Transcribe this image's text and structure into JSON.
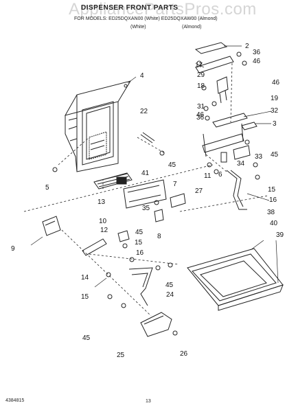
{
  "header": {
    "title": "DISPENSER FRONT PARTS",
    "models_line": "FOR MODELS: ED25DQXAN00 (White) ED25DQXAW00 (Almond)",
    "color_white": "(White)",
    "color_almond": "(Almond)"
  },
  "watermark": "AppliancePartsPros.com",
  "footer": {
    "doc_number": "4384815",
    "page_number": "13"
  },
  "callouts": [
    "2",
    "36",
    "46",
    "17",
    "29",
    "18",
    "31",
    "36",
    "46",
    "46",
    "19",
    "32",
    "3",
    "4",
    "22",
    "45",
    "11",
    "6",
    "33",
    "45",
    "34",
    "15",
    "16",
    "41",
    "7",
    "5",
    "13",
    "35",
    "27",
    "38",
    "8",
    "12",
    "10",
    "45",
    "15",
    "9",
    "16",
    "45",
    "14",
    "15",
    "24",
    "45",
    "25",
    "26",
    "40",
    "39"
  ]
}
